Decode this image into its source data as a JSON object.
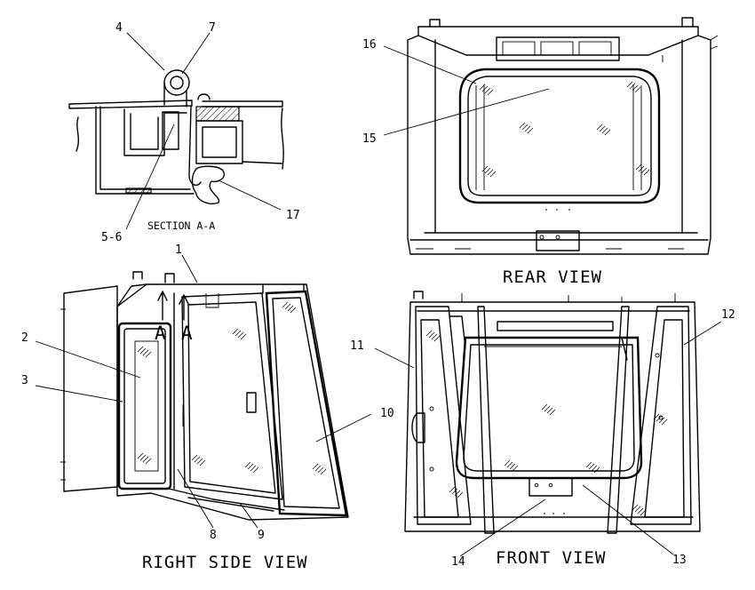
{
  "views": {
    "section": "SECTION A-A",
    "rear": "REAR VIEW",
    "right_side": "RIGHT SIDE VIEW",
    "front": "FRONT VIEW"
  },
  "section_markers": [
    "A",
    "A"
  ],
  "callouts": [
    "1",
    "2",
    "3",
    "4",
    "5-6",
    "7",
    "8",
    "9",
    "10",
    "11",
    "12",
    "13",
    "14",
    "15",
    "16",
    "17"
  ]
}
